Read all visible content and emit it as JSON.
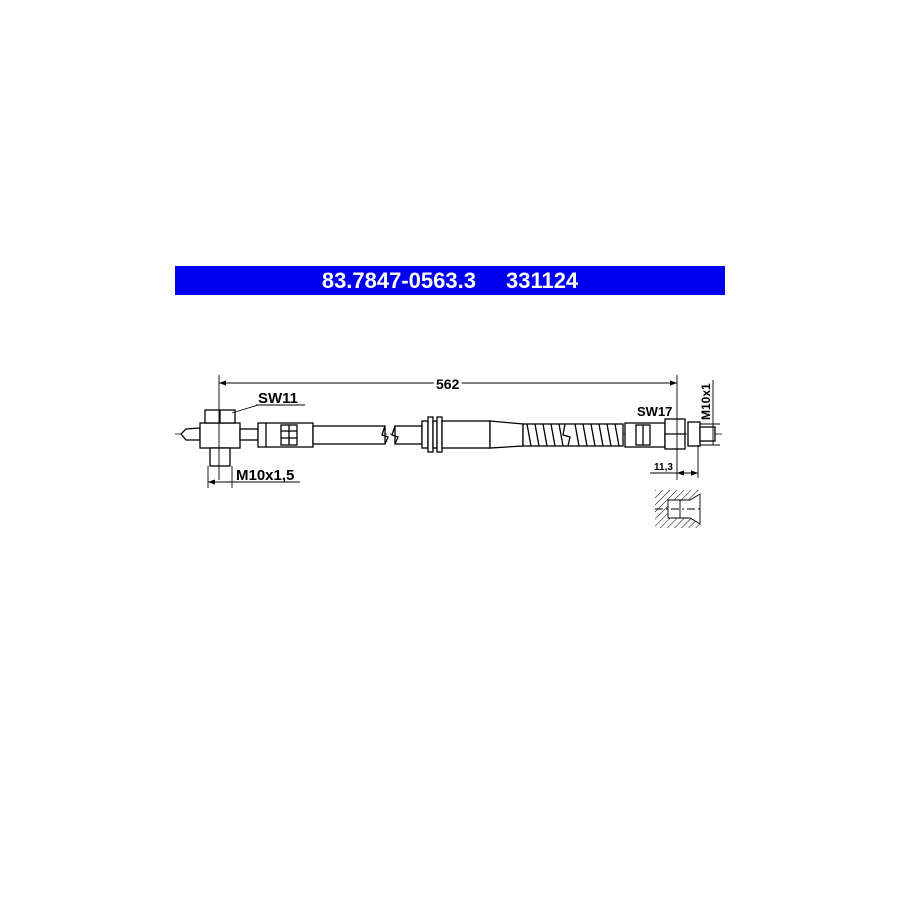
{
  "header": {
    "part_number": "83.7847-0563.3",
    "alt_number": "331124",
    "background_color": "#0000f0",
    "text_color": "#ffffff"
  },
  "drawing": {
    "length_label": "562",
    "left_wrench_size": "SW11",
    "left_thread": "M10x1,5",
    "right_wrench_size": "SW17",
    "right_thread": "M10x1",
    "right_thread_length": "11,3"
  }
}
